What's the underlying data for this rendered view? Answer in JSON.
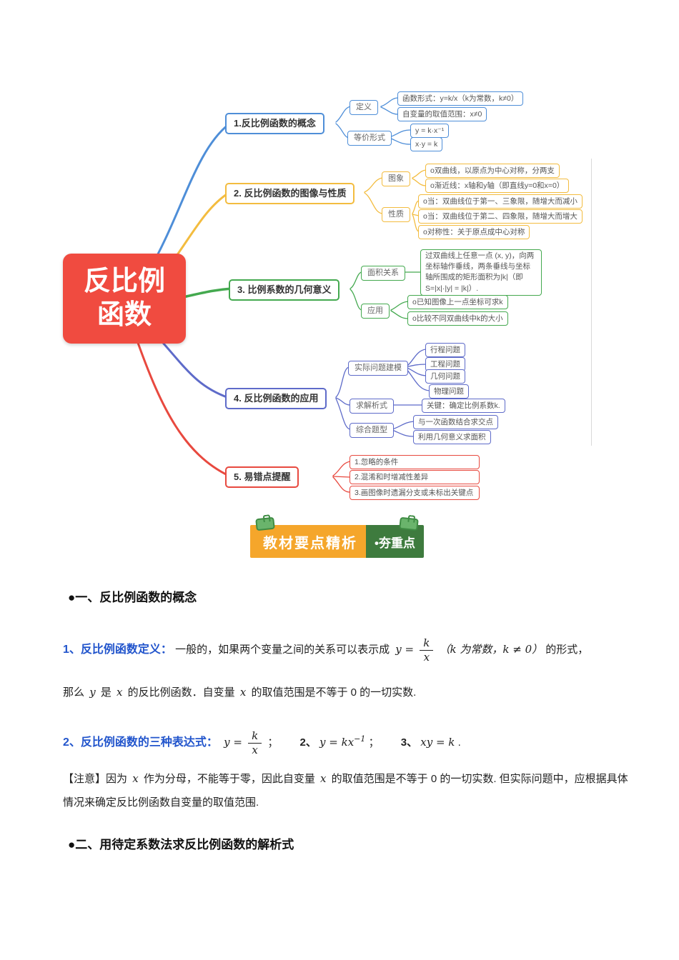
{
  "mindmap": {
    "root_line1": "反比例",
    "root_line2": "函数",
    "b1": {
      "title": "1.反比例函数的概念",
      "def_label": "定义",
      "def_item1": "函数形式：y=k/x（k为常数，k≠0）",
      "def_item2": "自变量的取值范围：x≠0",
      "eq_label": "等价形式",
      "eq_item1": "y = k·x⁻¹",
      "eq_item2": "x·y = k"
    },
    "b2": {
      "title": "2. 反比例函数的图像与性质",
      "graph_label": "图象",
      "graph_item1": "o双曲线，以原点为中心对称，分两支",
      "graph_item2": "o渐近线：x轴和y轴（即直线y=0和x=0）",
      "prop_label": "性质",
      "prop_item1": "o当：双曲线位于第一、三象限，随增大而减小",
      "prop_item2": "o当：双曲线位于第二、四象限，随增大而增大",
      "prop_item3": "o对称性：关于原点成中心对称"
    },
    "b3": {
      "title": "3. 比例系数的几何意义",
      "area_label": "面积关系",
      "area_item": "过双曲线上任意一点 (x, y)，向两坐标轴作垂线，两条垂线与坐标轴所围成的矩形面积为|k|（即S=|x|·|y| = |k|）.",
      "app_label": "应用",
      "app_item1": "o已知图像上一点坐标可求k",
      "app_item2": "o比较不同双曲线中k的大小"
    },
    "b4": {
      "title": "4. 反比例函数的应用",
      "model_label": "实际问题建模",
      "model_item1": "行程问题",
      "model_item2": "工程问题",
      "model_item3": "几何问题",
      "model_item4": "物理问题",
      "solve_label": "求解析式",
      "solve_item1": "关键：确定比例系数k.",
      "comp_label": "综合题型",
      "comp_item1": "与一次函数结合求交点",
      "comp_item2": "利用几何意义求面积"
    },
    "b5": {
      "title": "5. 易错点提醒",
      "item1": "1.忽略的条件",
      "item2": "2.混淆和时增减性差异",
      "item3": "3.画图像时遗漏分支或未标出关键点"
    }
  },
  "banner": {
    "left": "教材要点精析",
    "right": "•夯重点"
  },
  "content": {
    "heading1": "●一、反比例函数的概念",
    "def": {
      "label": "1、反比例函数定义：",
      "lead": "一般的，如果两个变量之间的关系可以表示成",
      "math_pre": "y =",
      "frac_num": "k",
      "frac_den": "x",
      "paren": "（k 为常数，k ≠ 0）",
      "tail": "的形式，",
      "l2_1": "那么",
      "l2_y": "y",
      "l2_2": "是",
      "l2_x": "x",
      "l2_3": "的反比例函数．自变量",
      "l2_x2": "x",
      "l2_4": "的取值范围是不等于 0 的一切实数."
    },
    "forms": {
      "label": "2、反比例函数的三种表达式：",
      "math_pre": "y =",
      "frac_num": "k",
      "frac_den": "x",
      "sep1": "；",
      "num2": "2、",
      "expr2_base": "y = kx",
      "expr2_sup": "−1",
      "sep2": "；",
      "num3": "3、",
      "expr3": "xy = k",
      "period": "."
    },
    "note": {
      "p1": "【注意】因为",
      "x1": "x",
      "p2": "作为分母，不能等于零，因此自变量",
      "x2": "x",
      "p3": "的取值范围是不等于 0 的一切实数. 但实际问题中，应根据具体情况来确定反比例函数自变量的取值范围."
    },
    "heading2": "●二、用待定系数法求反比例函数的解析式"
  }
}
